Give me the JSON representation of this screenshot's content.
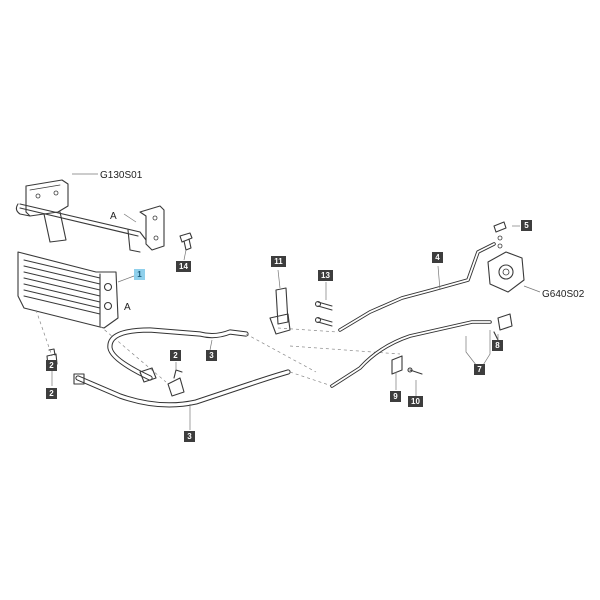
{
  "diagram": {
    "callouts": [
      {
        "label": "1",
        "highlight": true
      },
      {
        "label": "2",
        "highlight": false
      },
      {
        "label": "2",
        "highlight": false
      },
      {
        "label": "2",
        "highlight": false
      },
      {
        "label": "3",
        "highlight": false
      },
      {
        "label": "3",
        "highlight": false
      },
      {
        "label": "4",
        "highlight": false
      },
      {
        "label": "5",
        "highlight": false
      },
      {
        "label": "7",
        "highlight": false
      },
      {
        "label": "8",
        "highlight": false
      },
      {
        "label": "9",
        "highlight": false
      },
      {
        "label": "10",
        "highlight": false
      },
      {
        "label": "11",
        "highlight": false
      },
      {
        "label": "13",
        "highlight": false
      },
      {
        "label": "14",
        "highlight": false
      }
    ],
    "refs": {
      "bracket_ref": "G130S01",
      "pump_ref": "G640S02",
      "mark_a_top": "A",
      "mark_a_bottom": "A"
    },
    "colors": {
      "callout_fill": "#3d3d3d",
      "callout_highlight": "#8fd0ec",
      "line": "#3a3a3a"
    }
  }
}
